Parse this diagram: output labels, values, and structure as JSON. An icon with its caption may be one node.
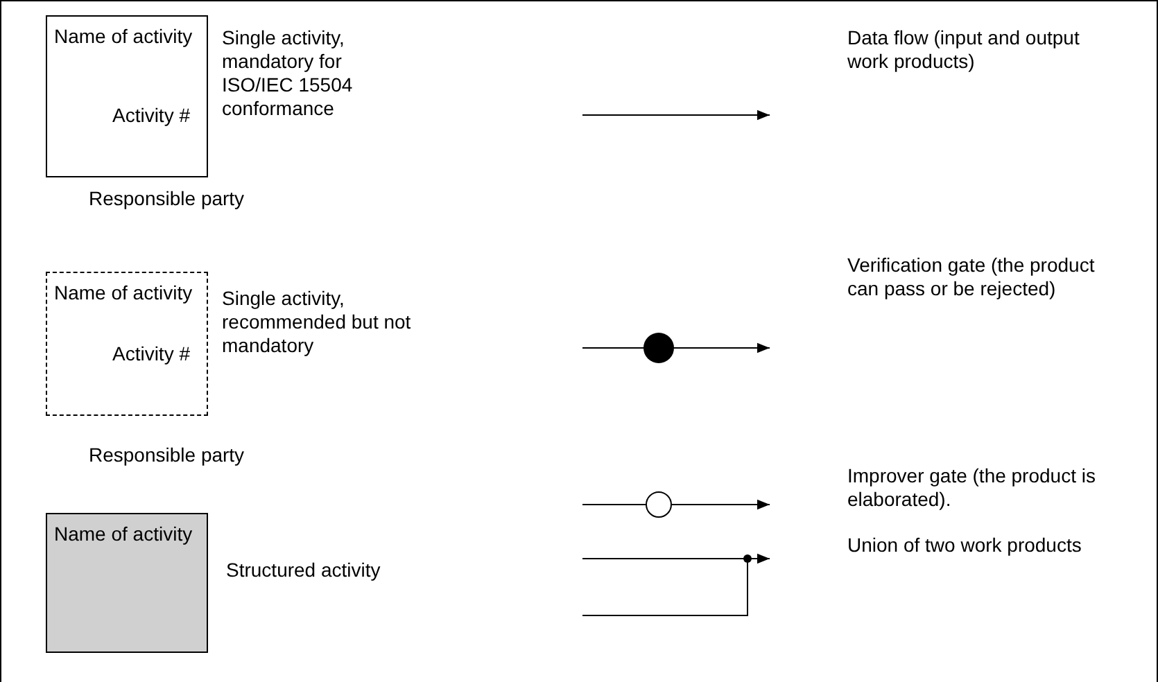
{
  "diagram": {
    "nodes": [
      {
        "text": [
          "Name of activity",
          "Activity #"
        ],
        "beside": [
          "Responsible party"
        ]
      },
      {
        "text": [
          "Name of activity",
          "Activity #"
        ],
        "beside": [
          "Responsible party"
        ]
      },
      {
        "text": [
          "Name of activity"
        ]
      }
    ],
    "labels": [
      "Single activity, mandatory for ISO/IEC 15504 conformance",
      "Single activity, recommended but not mandatory",
      "Structured activity"
    ],
    "legend": [
      {
        "text": "Data flow (input and output work products)"
      },
      {
        "text": "Verification gate (the product can pass or be rejected)"
      },
      {
        "text": "Improver gate (the product is elaborated)."
      },
      {
        "text": "Union of two work products"
      }
    ]
  }
}
